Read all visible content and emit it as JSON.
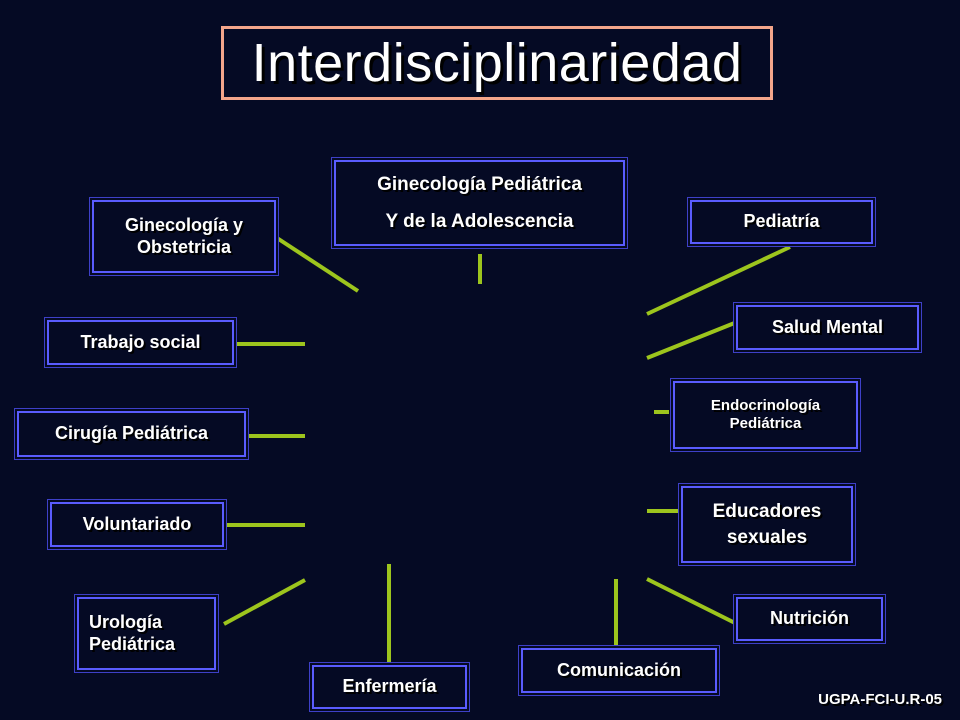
{
  "title": "Interdisciplinariedad",
  "center": {
    "line1": "Ginecología Pediátrica",
    "line2": "Y de la Adolescencia"
  },
  "nodes": {
    "gineco_obst": {
      "line1": "Ginecología y",
      "line2": "Obstetricia"
    },
    "pediatria": {
      "line1": "Pediatría"
    },
    "trabajo_social": {
      "line1": "Trabajo social"
    },
    "salud_mental": {
      "line1": "Salud Mental"
    },
    "endocrinologia": {
      "line1": "Endocrinología",
      "line2": "Pediátrica"
    },
    "cirugia": {
      "line1": "Cirugía Pediátrica"
    },
    "educadores": {
      "line1": "Educadores",
      "line2": "sexuales"
    },
    "voluntariado": {
      "line1": "Voluntariado"
    },
    "urologia": {
      "line1": "Urología",
      "line2": "Pediátrica"
    },
    "nutricion": {
      "line1": "Nutrición"
    },
    "comunicacion": {
      "line1": "Comunicación"
    },
    "enfermeria": {
      "line1": "Enfermería"
    }
  },
  "footer": "UGPA-FCI-U.R-05",
  "colors": {
    "background": "#050a24",
    "title_border": "#f4a58a",
    "box_border": "#5a5cff",
    "connector": "#9dc51d",
    "text": "#ffffff"
  }
}
